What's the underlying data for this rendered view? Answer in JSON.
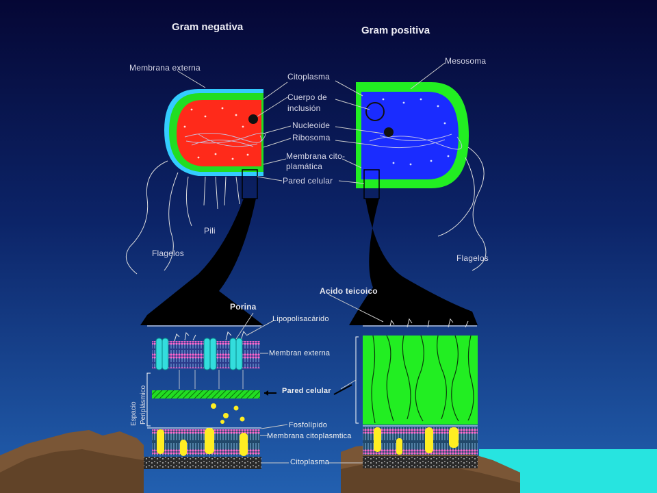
{
  "diagram": {
    "titles": {
      "negative": "Gram negativa",
      "positive": "Gram positiva"
    },
    "labels": {
      "membrana_externa": "Membrana externa",
      "citoplasma": "Citoplasma",
      "cuerpo_de": "Cuerpo de",
      "inclusion": "inclusión",
      "nucleoide": "Nucleoide",
      "ribosoma": "Ribosoma",
      "membrana_cito": "Membrana cito-",
      "plamatica": "plamática",
      "pared_celular": "Pared celular",
      "mesosoma": "Mesosoma",
      "pili": "Pili",
      "flagelos_left": "Flagelos",
      "flagelos_right": "Flagelos",
      "acido_teicoico": "Acido teicoico",
      "porina": "Porina",
      "lipopolisacarido": "Lipopolisacárido",
      "membran_externa": "Membran externa",
      "pared_celular_detail": "Pared celular",
      "espacio": "Espacio",
      "periplasmico": "Periplásmico",
      "fosfolipido": "Fosfolípido",
      "membrana_citoplasmtica": "Membrana citoplasmtica",
      "citoplasma_bottom": "Citoplasma"
    },
    "colors": {
      "background_top": "#050838",
      "background_bottom": "#1f57a8",
      "gram_negative_cytoplasm": "#ff2a1a",
      "gram_positive_cytoplasm": "#1a2cff",
      "wall_green": "#22e022",
      "outer_membrane_cyan": "#33ccff",
      "lipid_yellow": "#ffee22",
      "sea": "#22e0e0",
      "mountain": "#7a5a38"
    }
  }
}
